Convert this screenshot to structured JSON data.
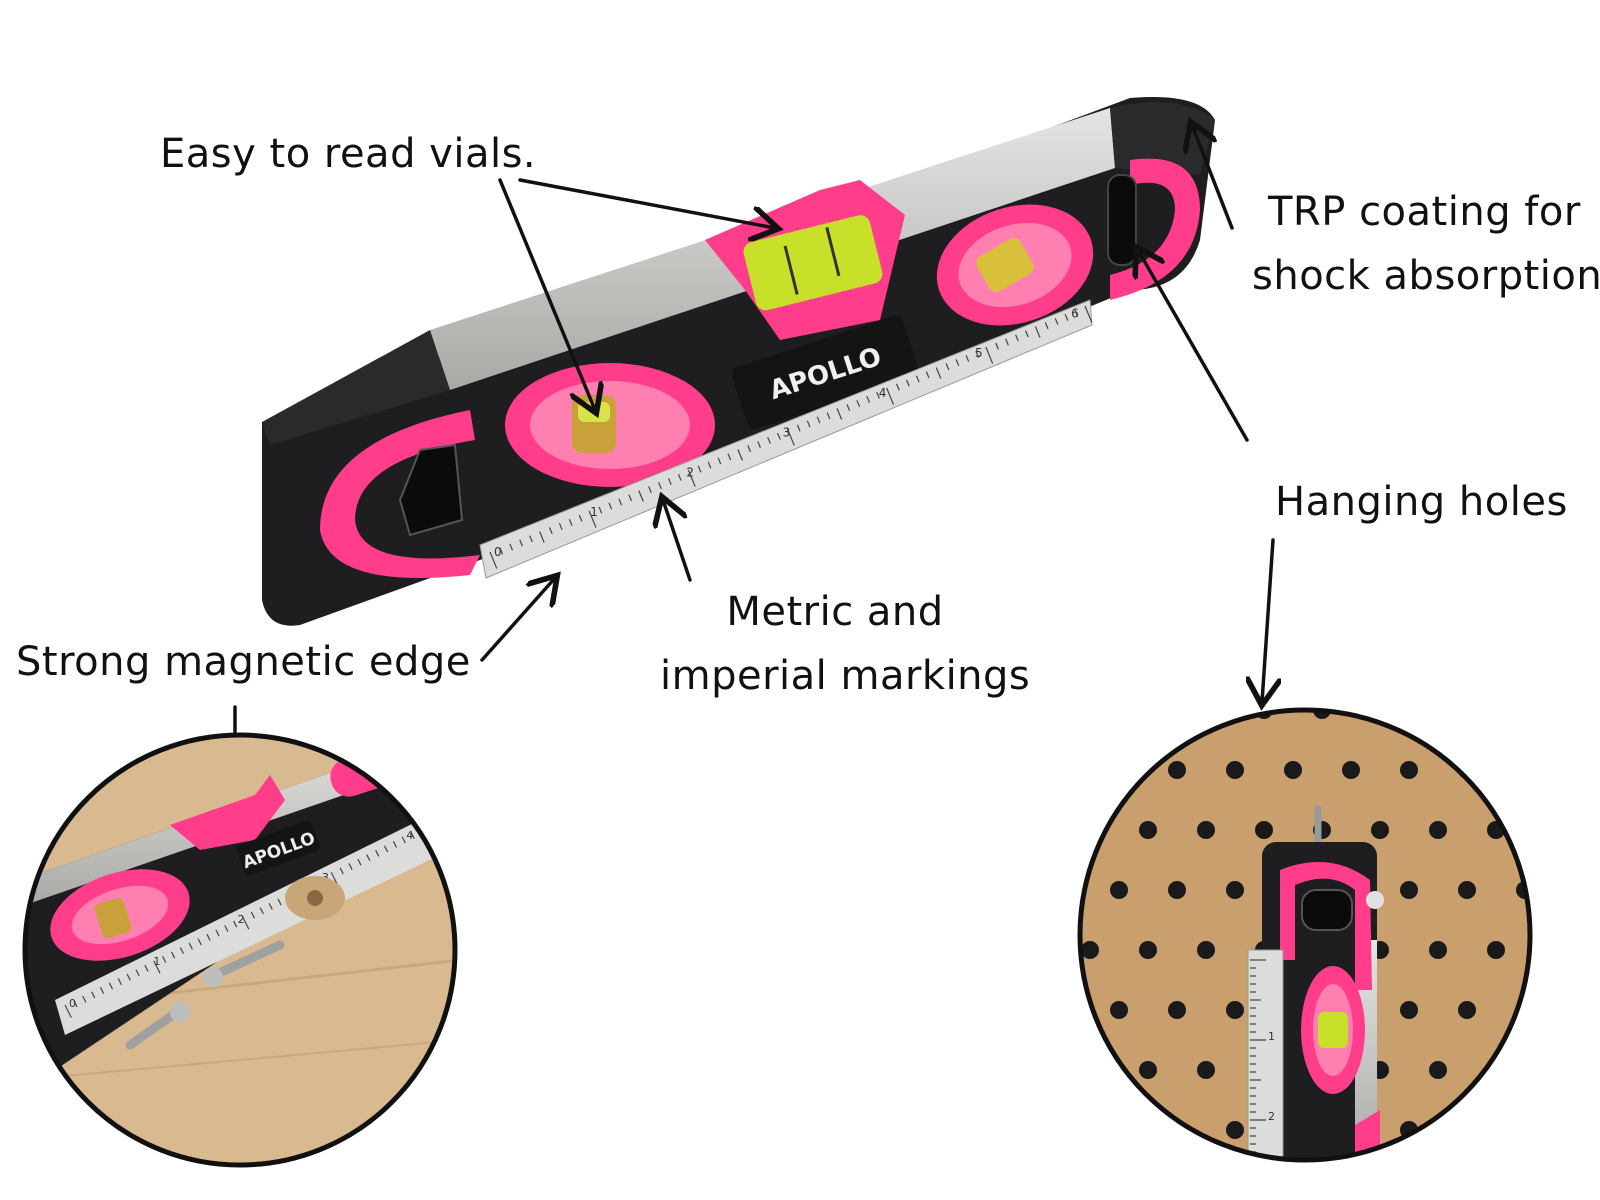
{
  "callouts": {
    "vials": "Easy to read vials.",
    "trp_line1": "TRP coating for",
    "trp_line2": "shock absorption",
    "hanging": "Hanging holes",
    "magnetic": "Strong magnetic edge",
    "markings_line1": "Metric and",
    "markings_line2": "imperial markings"
  },
  "product": {
    "brand": "APOLLO",
    "ruler_numbers": [
      "0",
      "1",
      "2",
      "3",
      "4",
      "5",
      "6"
    ],
    "inset_left_ruler_numbers": [
      "0",
      "1",
      "2",
      "3",
      "4"
    ],
    "inset_right_ruler_numbers": [
      "1",
      "2"
    ]
  },
  "colors": {
    "accent_pink": "#ff3d8b",
    "body_black": "#1e1e20",
    "aluminum": "#c9c9c7",
    "vial_green": "#c9e02a",
    "wood": "#d9b98f",
    "pegboard": "#c99f6e"
  }
}
